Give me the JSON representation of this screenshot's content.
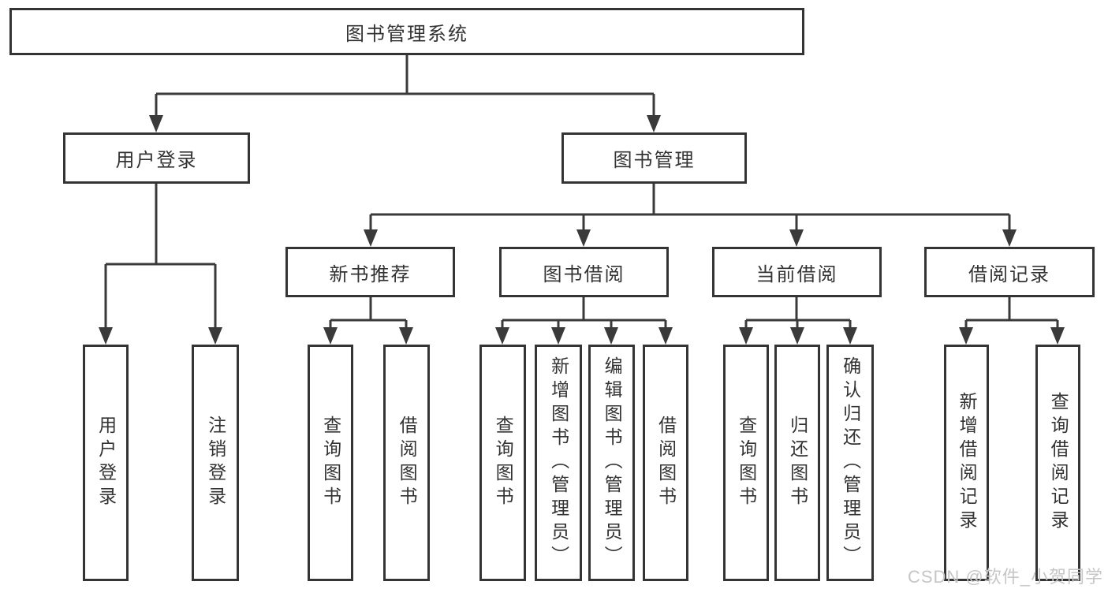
{
  "colors": {
    "line": "#3a3a3a",
    "box_border": "#343434",
    "text": "#333333",
    "watermark": "#c6c6c6",
    "background": "#ffffff"
  },
  "nodes": {
    "root": "图书管理系统",
    "level2": [
      "用户登录",
      "图书管理"
    ],
    "level3": [
      "新书推荐",
      "图书借阅",
      "当前借阅",
      "借阅记录"
    ],
    "leaves": {
      "user_login": [
        "用户登录",
        "注销登录"
      ],
      "new_book_recommend": [
        "查询图书",
        "借阅图书"
      ],
      "book_borrow": [
        "查询图书",
        "新增图书（管理员）",
        "编辑图书（管理员）",
        "借阅图书"
      ],
      "current_borrow": [
        "查询图书",
        "归还图书",
        "确认归还（管理员）"
      ],
      "borrow_records": [
        "新增借阅记录",
        "查询借阅记录"
      ]
    }
  },
  "watermark": "CSDN @软件_小贺同学"
}
